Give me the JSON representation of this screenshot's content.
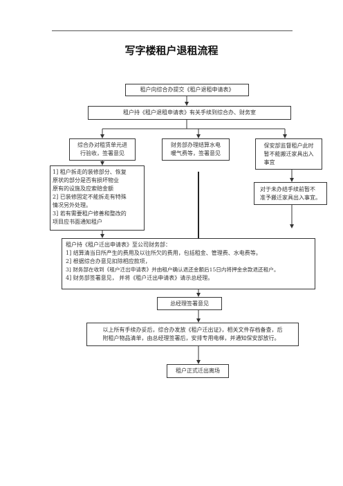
{
  "title": "写字楼租户退租流程",
  "steps": {
    "submit": "租户向综合办提交《租户退租申请表》",
    "procedure": "租户持《租户退租申请表》有关手续到综合办、财务室",
    "office_check": [
      "综合办对租赁单元进",
      "行验收，签署意见"
    ],
    "finance_settle": [
      "财务部办理结算水电",
      "暖气费等，签署意见"
    ],
    "security_supervise": [
      "保安部监督租户此时",
      "暂不能搬迁家具出入",
      "事宜"
    ],
    "office_notes": [
      "1] 租户拆走的装修部分、恢复",
      "    原状的部分是否有损坏物业",
      "    原有的设施及应索赔金额",
      "2] 已装修固定不能拆走有特殊",
      "    情况另外处理。",
      "3] 若有需要租户修善和整改的",
      "    项目应书面通知租户"
    ],
    "security_note": [
      "对于未办结手续前暂不",
      "准予搬迁家具出入事宜。"
    ],
    "finance_detail": [
      "租户持《租户迁出申请表》至公司财务部：",
      "1] 结算清当日所产生的费用及以往所欠的费用，包括租金、管理费、水电费等。",
      "2] 根据综合办意见扣除相应款项，",
      "3] 财务部在收到《租户迁出申请表》并由租户确认退还金额后15日内将押金余款退还租户。",
      "4] 财务部签署意见， 并将《租户迁出申请表》请示总经理。"
    ],
    "gm_sign": "总经理签署意见",
    "release": [
      "以上所有手续办妥后，综合办发放《租户迁出证》，相关文件存档备查，后",
      "附租户物品清单，由总经理签署后，安排专用电梯，并通知保安部放行。"
    ],
    "final": "租户正式迁出离场"
  }
}
